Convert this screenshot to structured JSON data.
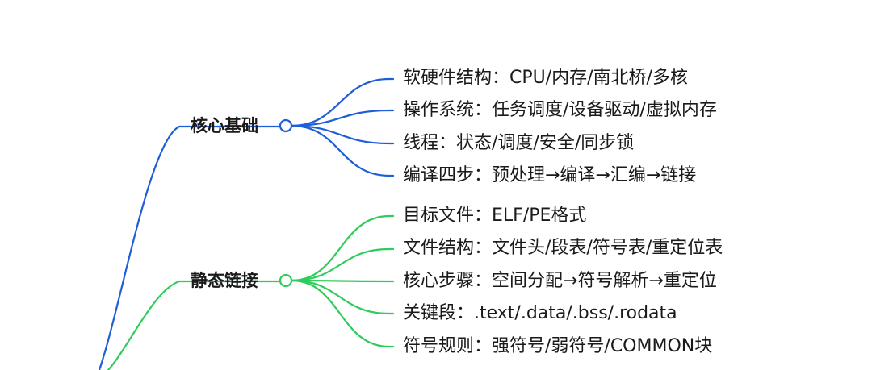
{
  "colors": {
    "group_1": "#1e5ed8",
    "group_2": "#2ecc5a"
  },
  "branches": [
    {
      "label": "核心基础",
      "color_key": "group_1",
      "items": [
        "软硬件结构：CPU/内存/南北桥/多核",
        "操作系统：任务调度/设备驱动/虚拟内存",
        "线程：状态/调度/安全/同步锁",
        "编译四步：预处理→编译→汇编→链接"
      ]
    },
    {
      "label": "静态链接",
      "color_key": "group_2",
      "items": [
        "目标文件：ELF/PE格式",
        "文件结构：文件头/段表/符号表/重定位表",
        "核心步骤：空间分配→符号解析→重定位",
        "关键段：.text/.data/.bss/.rodata",
        "符号规则：强符号/弱符号/COMMON块"
      ]
    }
  ]
}
